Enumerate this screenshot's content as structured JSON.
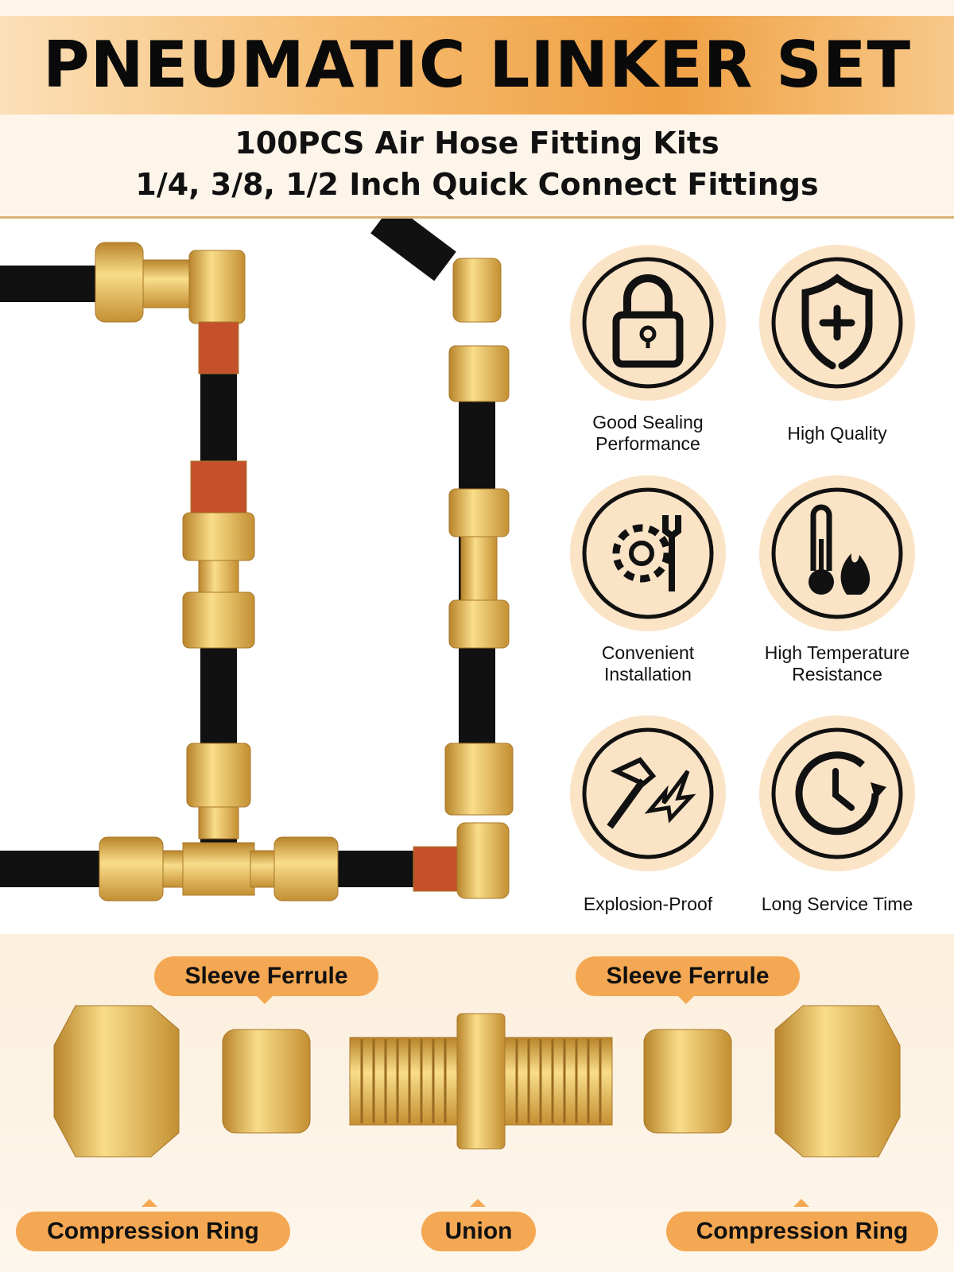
{
  "header": {
    "title": "PNEUMATIC LINKER SET",
    "subtitle_line1": "100PCS Air Hose Fitting Kits",
    "subtitle_line2": "1/4, 3/8, 1/2 Inch Quick Connect Fittings"
  },
  "features": [
    {
      "icon": "lock-icon",
      "label": "Good Sealing Performance"
    },
    {
      "icon": "shield-plus-icon",
      "label": "High Quality"
    },
    {
      "icon": "gear-wrench-icon",
      "label": "Convenient Installation"
    },
    {
      "icon": "thermometer-flame-icon",
      "label": "High Temperature Resistance"
    },
    {
      "icon": "hammer-burst-icon",
      "label": "Explosion-Proof"
    },
    {
      "icon": "clock-refresh-icon",
      "label": "Long Service Time"
    }
  ],
  "parts": {
    "sleeve_ferrule_left": "Sleeve Ferrule",
    "sleeve_ferrule_right": "Sleeve Ferrule",
    "compression_ring_left": "Compression Ring",
    "union": "Union",
    "compression_ring_right": "Compression Ring"
  },
  "colors": {
    "accent": "#f5a853",
    "brass": "#e8b64a",
    "hose": "#111111",
    "icon_bg": "#fbe3c6"
  }
}
